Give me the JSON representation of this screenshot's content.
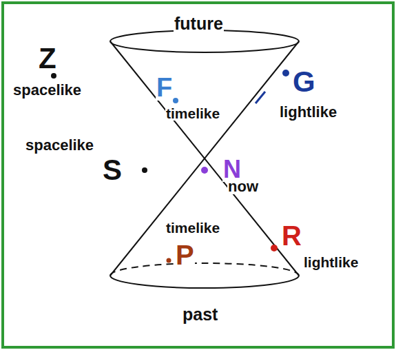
{
  "diagram": {
    "labels": [
      "future",
      "Z",
      "spacelike",
      "F",
      "timelike",
      "G",
      "lightlike",
      "spacelike",
      "S",
      "N",
      "now",
      "timelike",
      "P",
      "R",
      "lightlike",
      "past"
    ]
  }
}
